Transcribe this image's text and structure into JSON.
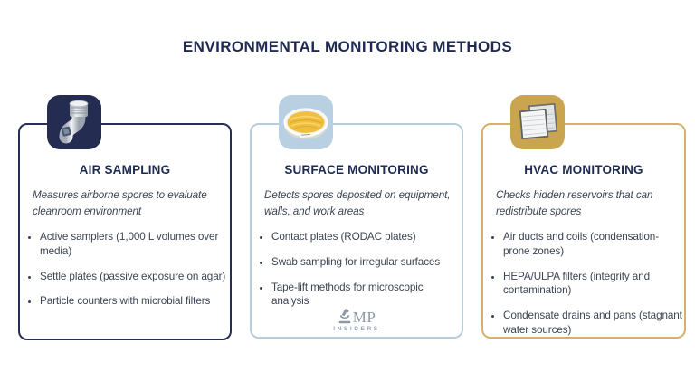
{
  "title": "ENVIRONMENTAL MONITORING METHODS",
  "colors": {
    "title_navy": "#1e2a52",
    "body_text": "#3a4453",
    "air_accent": "#262e52",
    "surface_accent": "#b7cdda",
    "hvac_accent": "#d5b269",
    "agar_yellow": "#f1bf3e",
    "logo_gray": "#8c99a9",
    "background": "#ffffff"
  },
  "cards": [
    {
      "id": "air-sampling",
      "icon": "air-sampler-icon",
      "accent": "#262e52",
      "title": "AIR SAMPLING",
      "description": "Measures airborne spores to evaluate cleanroom environment",
      "bullets": [
        "Active samplers (1,000 L volumes over media)",
        "Settle plates (passive exposure on agar)",
        "Particle counters with microbial filters"
      ]
    },
    {
      "id": "surface-monitoring",
      "icon": "petri-dish-icon",
      "accent": "#b7cdda",
      "title": "SURFACE MONITORING",
      "description": "Detects spores deposited on equipment, walls, and work areas",
      "bullets": [
        "Contact plates (RODAC plates)",
        "Swab sampling for irregular surfaces",
        "Tape-lift methods for microscopic analysis"
      ]
    },
    {
      "id": "hvac-monitoring",
      "icon": "hvac-filter-icon",
      "accent": "#d5b269",
      "title": "HVAC MONITORING",
      "description": "Checks hidden reservoirs that can redistribute spores",
      "bullets": [
        "Air ducts and coils (condensation-prone zones)",
        "HEPA/ULPA filters (integrity and contamination)",
        "Condensate drains and pans (stagnant water sources)"
      ]
    }
  ],
  "brand": {
    "letters": "MP",
    "subtext": "INSIDERS"
  }
}
